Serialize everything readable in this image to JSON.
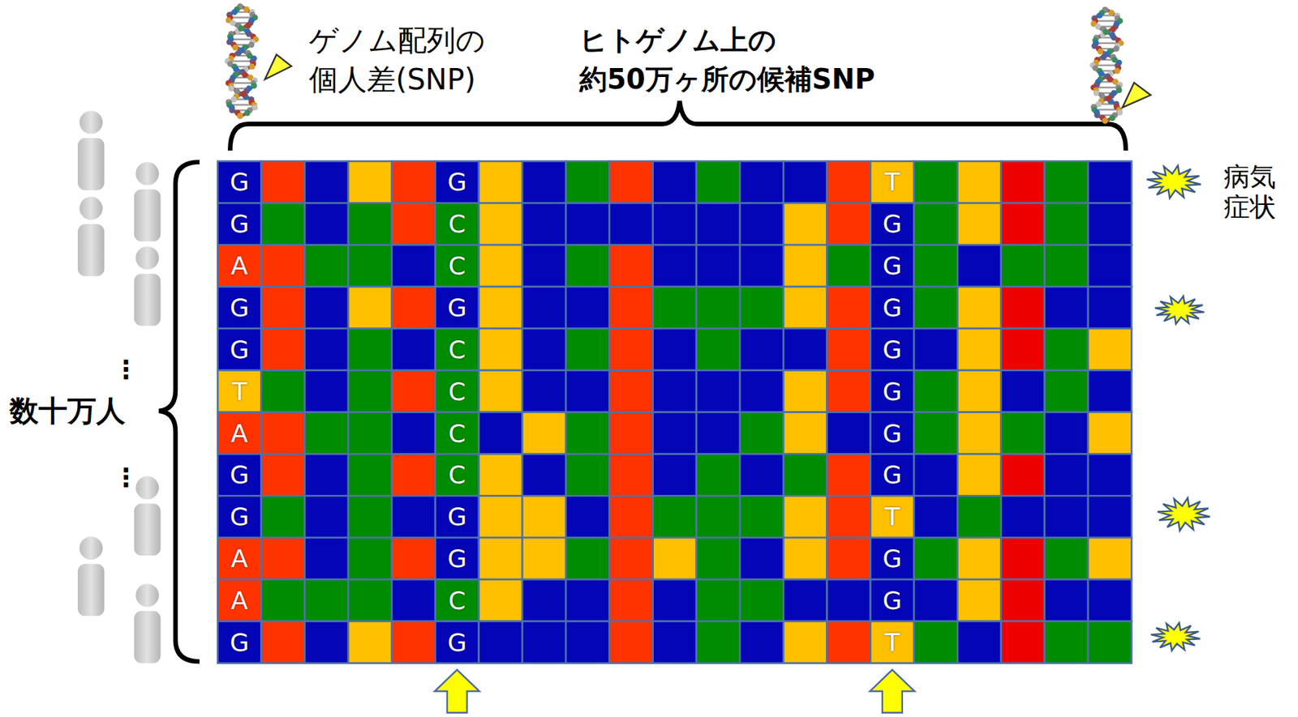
{
  "diagram": {
    "labels": [
      "ゲノム配列の 個人差(SNP)",
      "ヒトゲノム上の 約50万ヶ所の候補SNP",
      "G",
      "G",
      "T",
      "G",
      "C",
      "G",
      "A",
      "C",
      "G",
      "G",
      "G",
      "G",
      "G",
      "C",
      "G",
      "T",
      "C",
      "G",
      "A",
      "C",
      "G",
      "G",
      "C",
      "G",
      "G",
      "G",
      "T",
      "A",
      "G",
      "G",
      "A",
      "C",
      "G",
      "G",
      "G",
      "T",
      "病気 症状",
      "数十万人",
      "⋮",
      "⋮"
    ]
  }
}
